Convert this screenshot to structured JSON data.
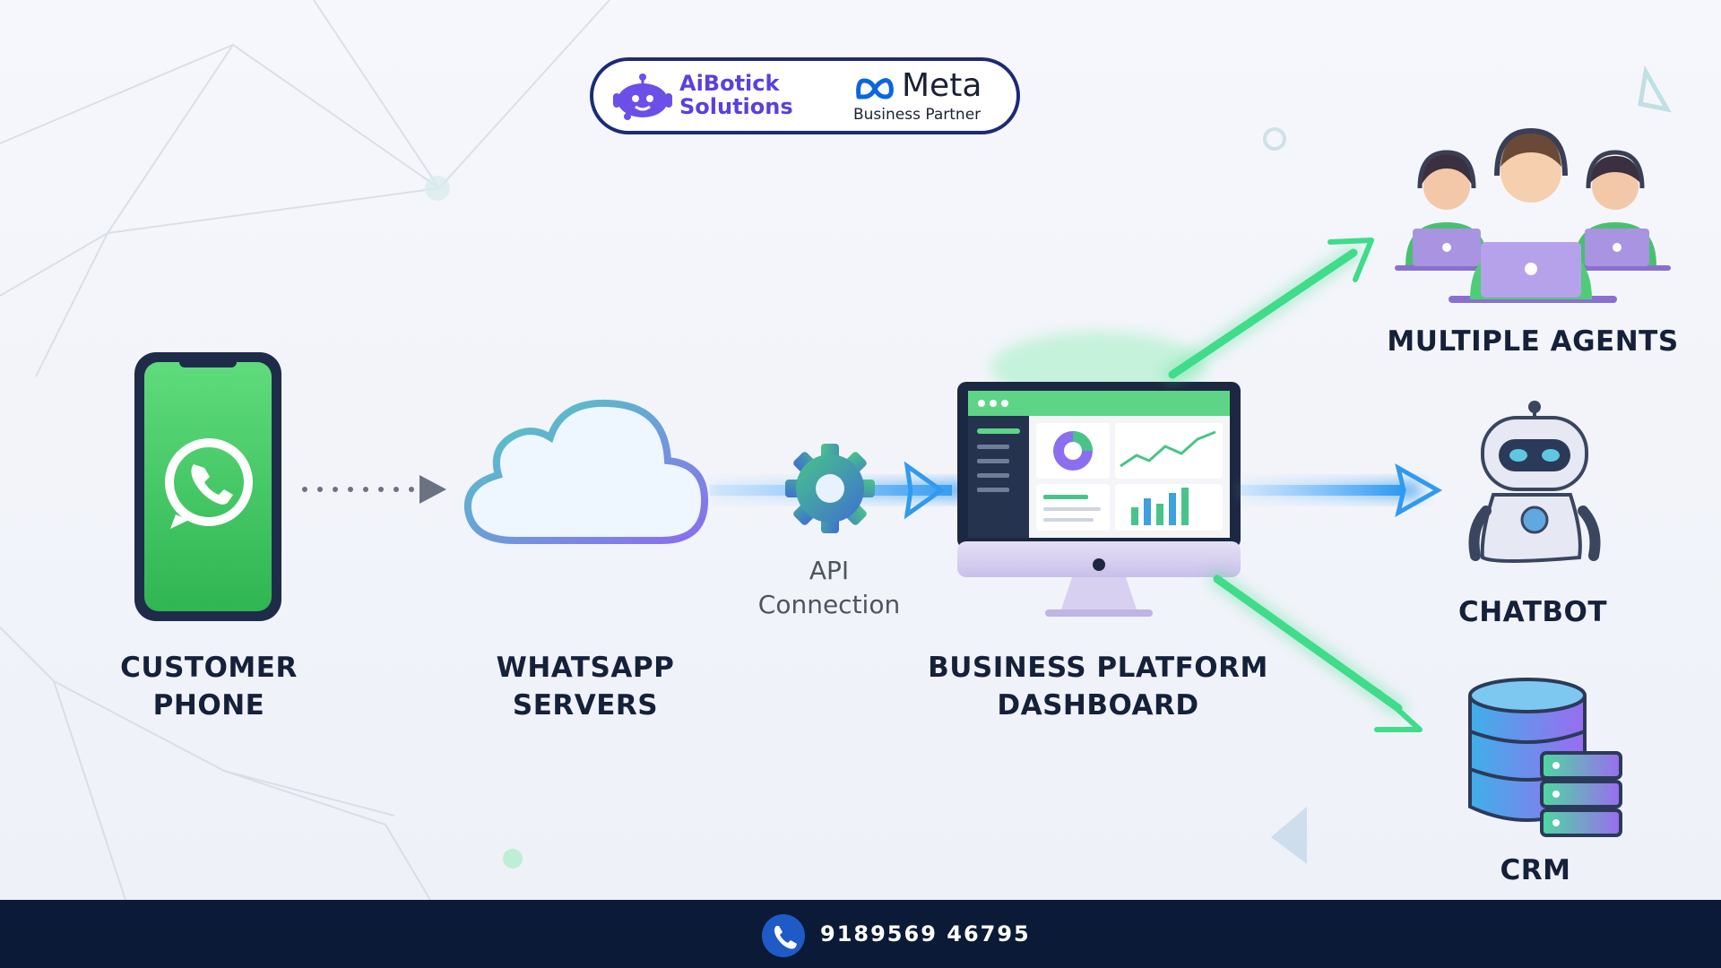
{
  "logo": {
    "brand": "AiBotick Solutions",
    "partner_word": "Meta",
    "partner_sub": "Business Partner"
  },
  "nodes": {
    "customer_phone": "CUSTOMER PHONE",
    "whatsapp_servers": "WHATSAPP SERVERS",
    "business_platform": "BUSINESS PLATFORM DASHBOARD",
    "multiple_agents": "MULTIPLE AGENTS",
    "chatbot": "CHATBOT",
    "crm": "CRM"
  },
  "api": {
    "line1": "API",
    "line2": "Connection"
  },
  "footer": {
    "phone_number": "9189569 46795"
  },
  "colors": {
    "brand_purple": "#5b3fe0",
    "whatsapp_green": "#3fc35e",
    "arrow_blue": "#3aa6f0",
    "arrow_green": "#3fdc8a",
    "footer_bg": "#0b1a36"
  }
}
